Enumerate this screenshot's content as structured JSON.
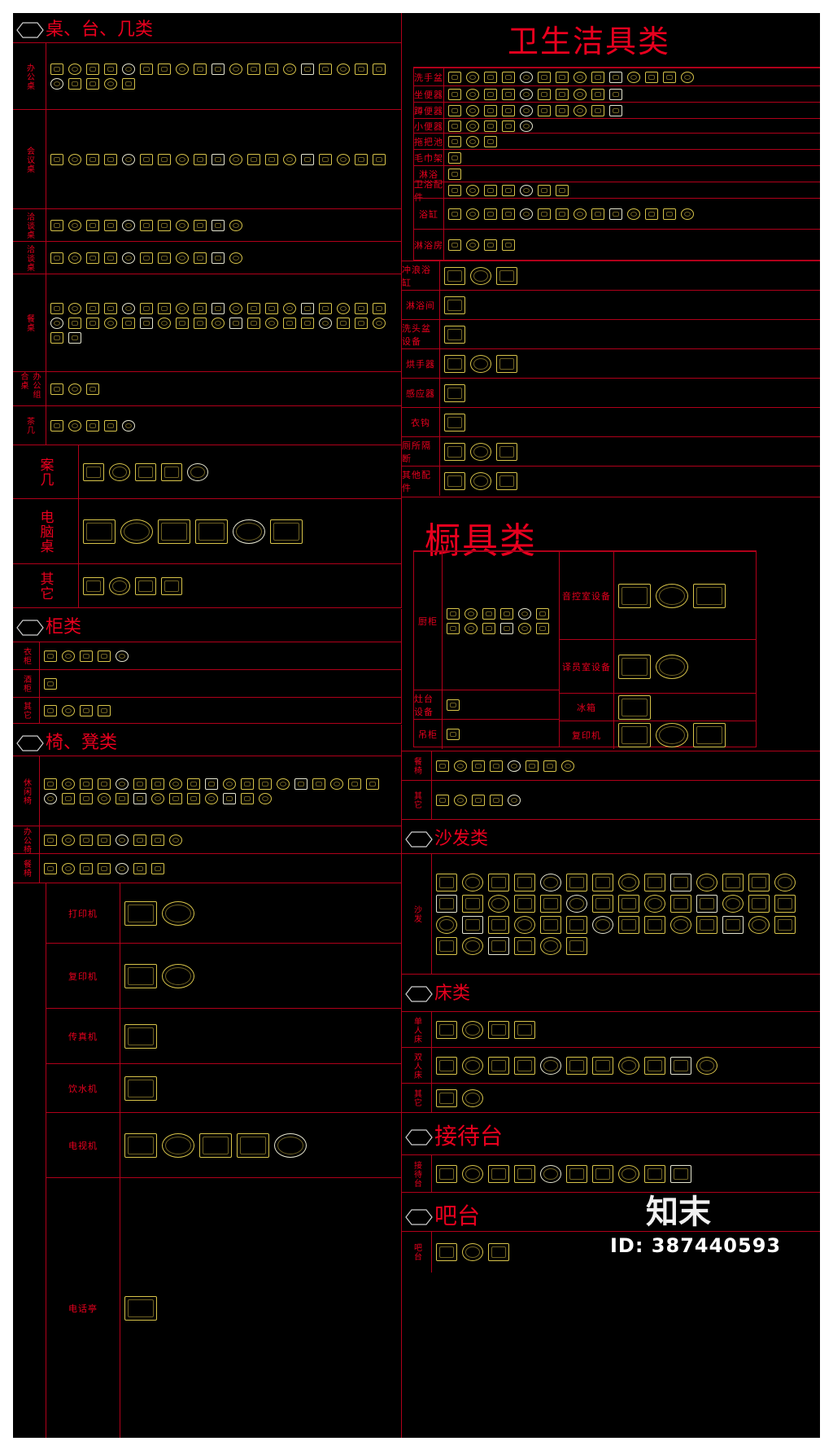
{
  "left": {
    "table_header": "桌、台、几类",
    "table_rows": [
      {
        "label": "办公桌",
        "count": 24
      },
      {
        "label": "会议桌",
        "count": 19
      },
      {
        "label": "洽谈桌",
        "count": 11
      },
      {
        "label": "洽谈桌",
        "count": 11
      },
      {
        "label": "餐桌",
        "count": 40
      },
      {
        "label": "办公组合桌",
        "count": 3
      },
      {
        "label": "茶几",
        "count": 5
      }
    ],
    "anji": {
      "label": "案几",
      "count": 5
    },
    "diannaozhuo": {
      "label": "电脑桌",
      "count": 6
    },
    "qita1": {
      "label": "其它",
      "count": 4
    },
    "cabinet_header": "柜类",
    "cabinet_rows": [
      {
        "label": "衣柜",
        "count": 5
      },
      {
        "label": "酒柜",
        "count": 1
      },
      {
        "label": "其它",
        "count": 4
      }
    ],
    "chair_header": "椅、凳类",
    "chair_rows": [
      {
        "label": "休闲椅",
        "count": 32
      },
      {
        "label": "办公椅",
        "count": 8
      },
      {
        "label": "餐椅",
        "count": 7
      }
    ],
    "appliances": [
      {
        "label": "打印机",
        "count": 2
      },
      {
        "label": "复印机",
        "count": 2
      },
      {
        "label": "传真机",
        "count": 1
      },
      {
        "label": "饮水机",
        "count": 1
      },
      {
        "label": "电视机",
        "count": 5
      },
      {
        "label": "电话亭",
        "count": 1
      }
    ]
  },
  "right": {
    "sanitary_title": "卫生洁具类",
    "sanitary_rows": [
      {
        "label": "洗手盆",
        "count": 14
      },
      {
        "label": "坐便器",
        "count": 10
      },
      {
        "label": "蹲便器",
        "count": 10
      },
      {
        "label": "小便器",
        "count": 5
      },
      {
        "label": "拖把池",
        "count": 3
      },
      {
        "label": "毛巾架",
        "count": 1
      },
      {
        "label": "淋浴",
        "count": 1
      },
      {
        "label": "卫浴配件",
        "count": 7
      },
      {
        "label": "浴缸",
        "count": 14
      },
      {
        "label": "淋浴房",
        "count": 4
      }
    ],
    "sanitary_rows2": [
      {
        "label": "冲浪浴缸",
        "count": 3
      },
      {
        "label": "淋浴间",
        "count": 1
      },
      {
        "label": "洗头盆设备",
        "count": 1
      },
      {
        "label": "烘手器",
        "count": 3
      },
      {
        "label": "感应器",
        "count": 1
      },
      {
        "label": "衣钩",
        "count": 1
      },
      {
        "label": "厕所隔断",
        "count": 3
      },
      {
        "label": "其他配件",
        "count": 3
      }
    ],
    "kitchen_title": "橱具类",
    "kitchen_left_rows": [
      {
        "label": "厨柜",
        "count": 12
      },
      {
        "label": "灶台设备",
        "count": 1
      },
      {
        "label": "吊柜",
        "count": 1
      }
    ],
    "kitchen_right_rows": [
      {
        "label": "音控室设备",
        "count": 3
      },
      {
        "label": "译员室设备",
        "count": 2
      },
      {
        "label": "冰箱",
        "count": 1
      },
      {
        "label": "复印机",
        "count": 3
      }
    ],
    "chair_rows": [
      {
        "label": "餐椅",
        "count": 8
      },
      {
        "label": "其它",
        "count": 5
      }
    ],
    "sofa_header": "沙发类",
    "sofa_row": {
      "label": "沙发",
      "count": 48
    },
    "bed_header": "床类",
    "bed_rows": [
      {
        "label": "单人床",
        "count": 4
      },
      {
        "label": "双人床",
        "count": 11
      },
      {
        "label": "其它",
        "count": 2
      }
    ],
    "reception_header": "接待台",
    "reception_row": {
      "label": "接待台",
      "count": 10
    },
    "bar_header": "吧台",
    "bar_row": {
      "label": "吧台",
      "count": 3
    }
  },
  "watermark_logo": "知末",
  "id_text": "ID: 387440593"
}
